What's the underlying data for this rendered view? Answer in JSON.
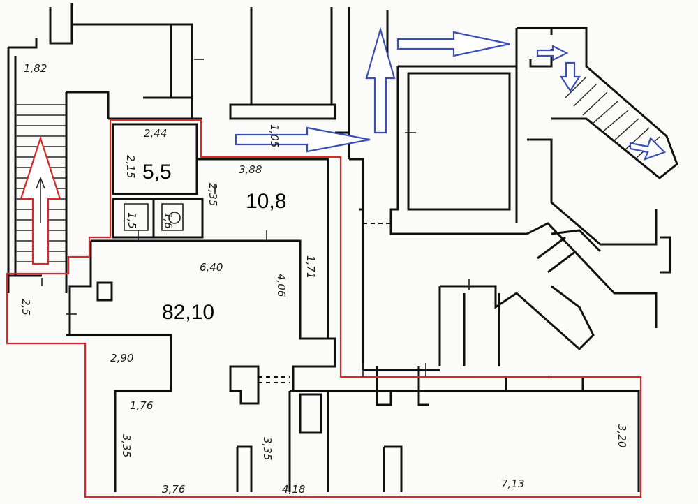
{
  "areas": {
    "room_a": "5,5",
    "room_b": "10,8",
    "room_c": "82,10"
  },
  "dimensions": {
    "d1": "1,82",
    "d2": "2,44",
    "d3": "2,15",
    "d4": "3,88",
    "d5": "2,35",
    "d6": "1,05",
    "d7": "1,5",
    "d8": "1,6",
    "d9": "6,40",
    "d10": "4,06",
    "d11": "1,71",
    "d12": "2,5",
    "d13": "2,90",
    "d14": "1,76",
    "d15": "3,35",
    "d16": "3,35",
    "d17": "3,76",
    "d18": "4,18",
    "d19": "7,13",
    "d20": "3,20"
  },
  "colors": {
    "outline": "#d42a2a",
    "arrow": "#3a4fb0",
    "walls": "#111111"
  }
}
